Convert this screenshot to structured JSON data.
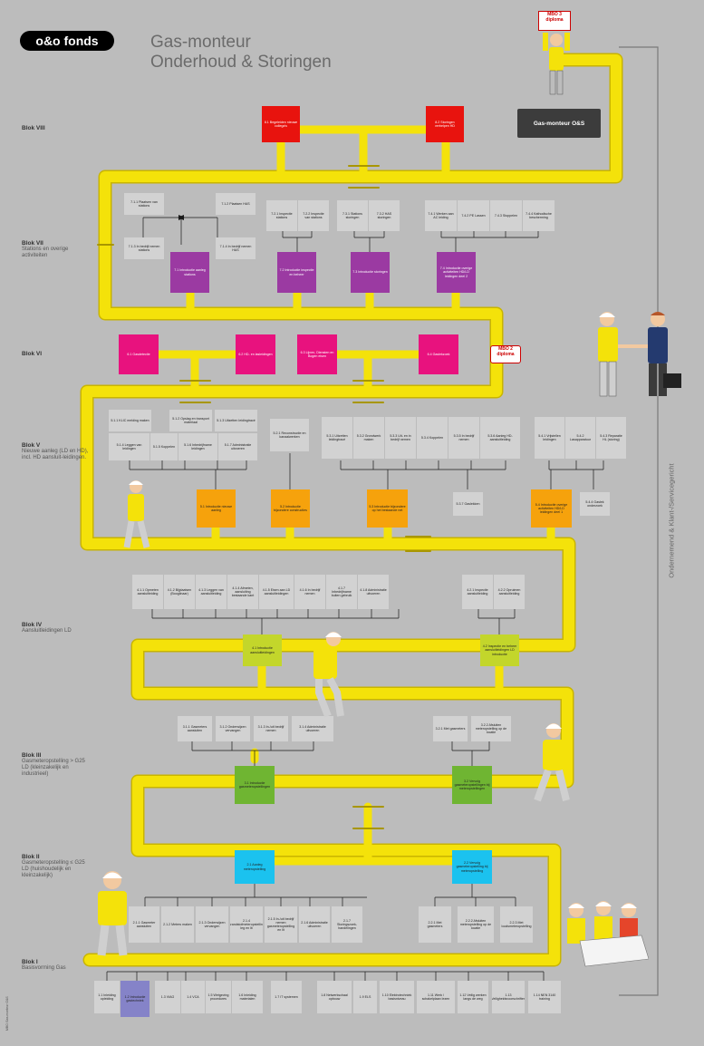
{
  "logo": "o&o fonds",
  "title_line1": "Gas-monteur",
  "title_line2": "Onderhoud & Storingen",
  "side_text": "Ondernemend & Klant-/Servicegericht",
  "podium_label": "Gas-monteur O&S",
  "mbo3_sign": "MBO 3 diploma",
  "mbo2_sign": "MBO 2 diploma",
  "footnote": "MBO Gas-monteur O&S",
  "colors": {
    "pipe": "#f4e20a",
    "pipe_shadow": "#c9b500",
    "bg": "#bcbcbc",
    "red": "#e8130e",
    "purple": "#9b3aa2",
    "pink": "#e8127e",
    "orange": "#f6a20c",
    "lime": "#c3d62b",
    "green": "#6fb532",
    "cyan": "#1bc2ef"
  },
  "blocks": {
    "b8": {
      "title": "Blok VIII",
      "sub": ""
    },
    "b7": {
      "title": "Blok VII",
      "sub": "Stations en overige activiteiten"
    },
    "b6": {
      "title": "Blok VI",
      "sub": ""
    },
    "b5": {
      "title": "Blok V",
      "sub": "Nieuwe aanleg (LD en HD), incl. HD aansluit-leidingen."
    },
    "b4": {
      "title": "Blok IV",
      "sub": "Aansluitleidingen LD"
    },
    "b3": {
      "title": "Blok III",
      "sub": "Gasmeteropstelling > G25 LD (kleinzakelijk en industrieel)"
    },
    "b2": {
      "title": "Blok II",
      "sub": "Gasmeteropstelling ≤ G25 LD (huishoudelijk en kleinzakelijk)"
    },
    "b1": {
      "title": "Blok I",
      "sub": "Basisvorming Gas"
    }
  },
  "boxes": {
    "b8_1": "8.1 Begeleiden nieuwe collega's",
    "b8_2": "8.2 Storingen verhelpen HD",
    "b7_1_1": "7.1.1 Plaatsen van stations",
    "b7_1_2": "7.1.2 Plaatsen HAS",
    "b7_1_3": "7.1.3 In bedrijf nemen stations",
    "b7_1_4": "7.1.4 In bedrijf nemen HAS",
    "b7_1": "7.1 Introductie aanleg stations",
    "b7_2_1": "7.2.1 Inspectie stations",
    "b7_2_2": "7.2.2 Inspectie van stations",
    "b7_2": "7.2 Introductie inspectie en beheer",
    "b7_3_1": "7.3.1 Stations storingen",
    "b7_3_2": "7.3.2 HAS storingen",
    "b7_3": "7.3 Introductie storingen",
    "b7_4_1": "7.4.1 Werken aan AC leiding",
    "b7_4_2": "7.4.2 PE Lassen",
    "b7_4_3": "7.4.3 Stoppelen",
    "b7_4_4": "7.4.4 Kathodische bescherming",
    "b7_4": "7.4 Introductie overige activiteiten HD/LD leidingen deel 2",
    "b6_1": "6.1 Gasdetectie",
    "b6_2": "6.2 HD- en lasleidingen",
    "b6_3": "6.3 Lijnen, Diensten en Bogen eisen",
    "b6_4": "6.4 Gaslekzoek",
    "b5_1_1": "5.1.1 KLIC melding maken",
    "b5_1_2": "5.1.2 Opslag en transport materiaal",
    "b5_1_3": "5.1.3 Uitzetten leidingtracé",
    "b5_1_4": "5.1.4 Leggen van leidingen",
    "b5_1_5": "5.1.5 Koppelen",
    "b5_1_6": "5.1.6 Inbedrijfname leidingen",
    "b5_1_7": "5.1.7 Administratie uitvoeren",
    "b5_1": "5.1 Introductie nieuwe aanleg",
    "b5_2_1": "5.2.1 Reconstructie en kanaalwerken",
    "b5_2": "5.2 Introductie bijzondere constructies",
    "b5_3_1": "5.3.1 Uitzetten leidingtracé",
    "b5_3_2": "5.3.2 Grondwerk maken",
    "b5_3_3": "5.3.3 Uit- en in bedrijf nemen",
    "b5_3_4": "5.3.4 Koppelen",
    "b5_3_5": "5.3.5 In bedrijf nemen",
    "b5_3_6": "5.3.6 Aanleg HD-aansluitleiding",
    "b5_3": "5.3 Introductie bijzondere op het bestaande net",
    "b5_3_7": "5.3.7 Gaslekken",
    "b5_4_1": "5.4.1 Vrijstellen leidingen",
    "b5_4_2": "5.4.2 Lasapparatuur",
    "b5_4_3": "5.4.3 Reparatie HL (storing)",
    "b5_4": "5.4 Introductie overige activiteiten HD/LD leidingen deel 1",
    "b5_4_4": "5.4.4 Gaslek onderzoek",
    "b4_1_1": "4.1.1 Opmeten aansluitleiding",
    "b4_1_2": "4.1.2 Bijplaatsen (Booglinaar)",
    "b4_1_3": "4.1.3 Leggen van aansluitleiding",
    "b4_1_4": "4.1.4 Afmeten, aansluiting bestaande kant",
    "b4_1_5": "4.1.5 Eisen aan LD aansluitleidingen",
    "b4_1_6": "4.1.6 In bedrijf nemen",
    "b4_1_7": "4.1.7 Inbedrijfname buiten gebruik",
    "b4_1_8": "4.1.8 Administratie uitvoeren",
    "b4_1": "4.1 Introductie aansluitleidingen",
    "b4_2_1": "4.2.1 Inspectie aansluitleiding",
    "b4_2_2": "4.2.2 Opruimen aansluitleiding",
    "b4_2": "4.2 Inspectie en beheer aansluitleidingen LD introductie",
    "b3_1_1": "3.1.1 Gasmeters aansluiten",
    "b3_1_2": "3.1.2 Onderwijzen vervangen",
    "b3_1_3": "3.1.3 In-/uit bedrijf nemen",
    "b3_1_4": "3.1.4 Administratie uitvoeren",
    "b3_1": "3.1 Introductie gasmeteropstellingen",
    "b3_2_1": "3.2.1 Met gasmeters",
    "b3_2_2": "3.2.2 Afsluiten meteropstelling op de locatie",
    "b3_2": "3.2 Vervolg gasmeteropstellingen bij meteropstellingen",
    "b2_1": "2.1 Aanleg meteropstelling",
    "b2_2": "2.2 Vervolg gasmeteropstelling bij meteropstelling",
    "b2_1_1": "2.1.1 Gasmeter aansluiten",
    "b2_1_2": "2.1.2 Meters maken",
    "b2_1_3": "2.1.3 Onderwijzen vervangen",
    "b2_1_4": "2.1.4 Brandstofmeteropstelling leg en lit",
    "b2_1_5": "2.1.5 In-/uit bedrijf nemen gasmeteropstelling en lit",
    "b2_1_6": "2.1.6 Administratie uitvoeren",
    "b2_1_7": "2.1.7 Storingszoek-handelingen",
    "b2_2_1": "2.2.1 Met gasmeters",
    "b2_2_2": "2.2.2 Afsluiten meteropstelling op de locatie",
    "b2_2_3": "2.2.3 Met loodsmeteropstelling",
    "b1_1": "1.1 Inleiding opleiding",
    "b1_2": "1.2 Introductie gastechniek",
    "b1_3": "1.3 VIAG",
    "b1_4": "1.4 VCA",
    "b1_5": "1.5 Wetgeving procedures",
    "b1_6": "1.6 Inleiding materialen",
    "b1_7": "1.7 IT systemen",
    "b1_8": "1.8 Netwerkschaal opbouw",
    "b1_9": "1.9 ELS",
    "b1_10": "1.10 Elektrotechniek basisniveau",
    "b1_11": "1.11 Werk / schakelplaan lezen",
    "b1_12": "1.12 Veilig werken langs de weg",
    "b1_13": "1.13 Veiligheidsvoorschriften",
    "b1_14": "1.14 NEN 3140 training"
  }
}
